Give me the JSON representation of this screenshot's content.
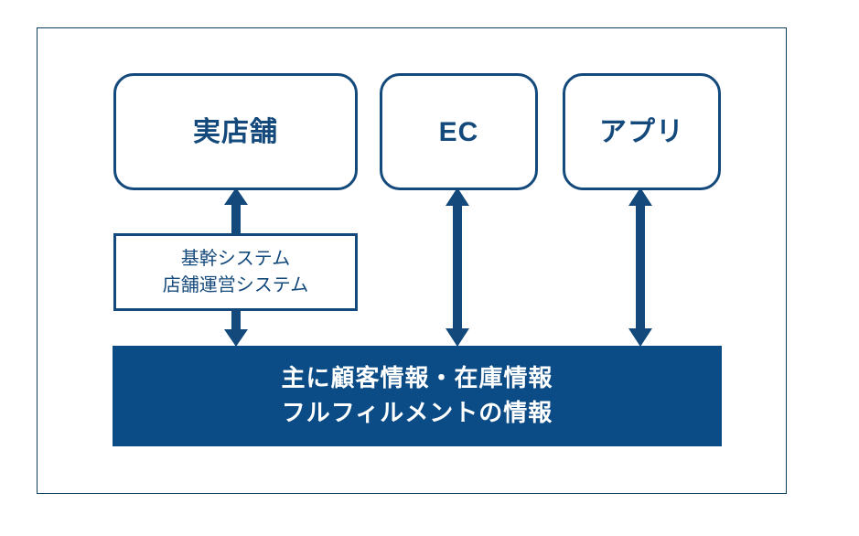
{
  "diagram": {
    "frame_color": "#0f3f5e",
    "accent_color": "#14497c",
    "bar_color": "#0b4c86",
    "channels": [
      {
        "id": "store",
        "label": "実店舗"
      },
      {
        "id": "ec",
        "label": "EC"
      },
      {
        "id": "app",
        "label": "アプリ"
      }
    ],
    "system_box": {
      "line1": "基幹システム",
      "line2": "店舗運営システム"
    },
    "info_bar": {
      "line1": "主に顧客情報・在庫情報",
      "line2": "フルフィルメントの情報"
    },
    "arrows": [
      {
        "id": "store-up",
        "direction": "up",
        "from": "system-box",
        "to": "store-box"
      },
      {
        "id": "store-down",
        "direction": "down",
        "from": "system-box",
        "to": "info-bar"
      },
      {
        "id": "ec",
        "direction": "both",
        "from": "ec-box",
        "to": "info-bar"
      },
      {
        "id": "app",
        "direction": "both",
        "from": "app-box",
        "to": "info-bar"
      }
    ]
  }
}
